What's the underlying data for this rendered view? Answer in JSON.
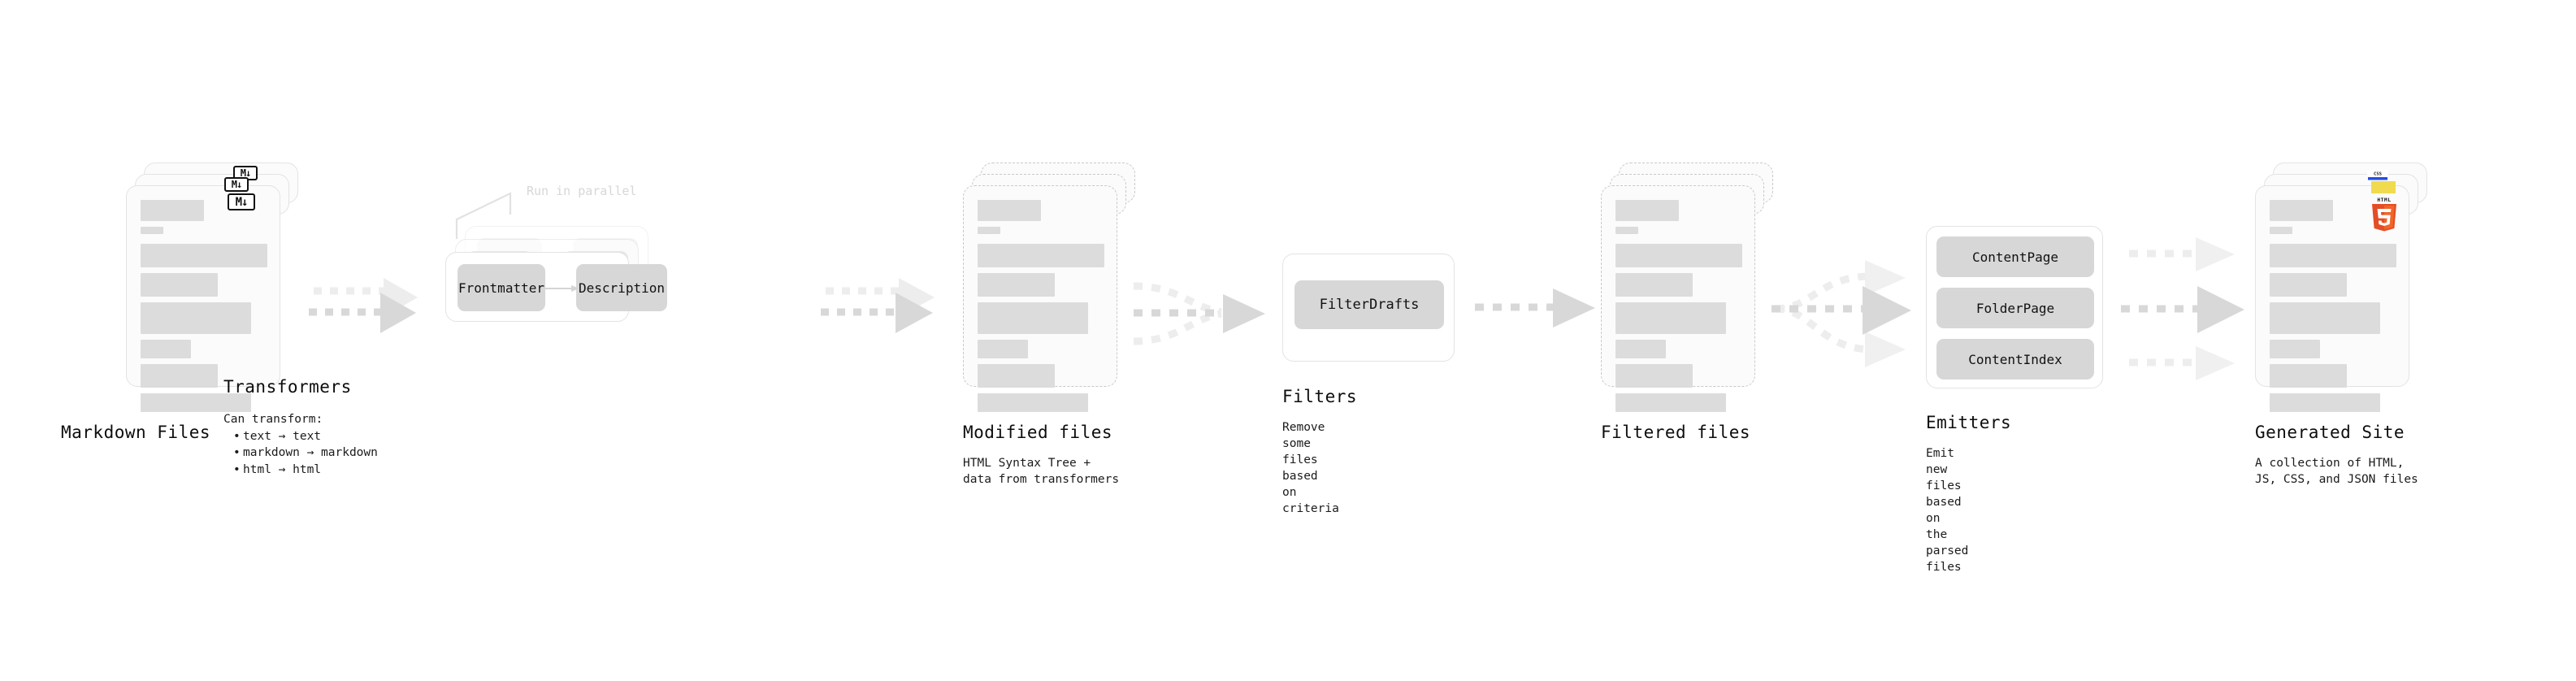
{
  "diagram": {
    "title": "Quartz build pipeline",
    "background": "#ffffff",
    "palette": {
      "ink": "#0f0f0f",
      "card_bg": "#fbfbfb",
      "card_border": "#e3e3e3",
      "skeleton": "#dcdcdc",
      "chip": "#d7d7d7",
      "arrow": "#d8d8d8",
      "arrow_soft": "#ededed",
      "html5_orange": "#e44d26",
      "js_yellow": "#f0db4f",
      "css_blue": "#264de4"
    }
  },
  "stages": [
    {
      "id": "markdown-files",
      "title": "Markdown Files",
      "description": "",
      "kind": "document-stack",
      "badge": "markdown-badge",
      "badge_text": "M↓"
    },
    {
      "id": "transformers",
      "title": "Transformers",
      "kind": "layered-box",
      "annotation": "Run in parallel",
      "bullets_lead": "Can transform:",
      "bullets": [
        "text → text",
        "markdown → markdown",
        "html → html"
      ],
      "chips": [
        "Frontmatter",
        "Description"
      ]
    },
    {
      "id": "modified-files",
      "title": "Modified files",
      "description": "HTML Syntax Tree +\ndata from transformers",
      "kind": "document-stack-dashed"
    },
    {
      "id": "filters",
      "title": "Filters",
      "description": "Remove some files based\non criteria",
      "kind": "box",
      "chips": [
        "FilterDrafts"
      ]
    },
    {
      "id": "filtered-files",
      "title": "Filtered files",
      "description": "",
      "kind": "document-stack-dashed"
    },
    {
      "id": "emitters",
      "title": "Emitters",
      "description": "Emit new files based on\nthe parsed files",
      "kind": "box",
      "chips": [
        "ContentPage",
        "FolderPage",
        "ContentIndex"
      ]
    },
    {
      "id": "generated-site",
      "title": "Generated Site",
      "description": "A collection of HTML,\nJS, CSS, and JSON files",
      "kind": "document-stack",
      "badges": [
        "html5-badge",
        "js-badge",
        "css3-badge"
      ],
      "badge_text": "HTML"
    }
  ],
  "connectors": [
    {
      "id": "conn-md-to-transformers",
      "style": "dashed-double",
      "from": "markdown-files",
      "to": "transformers"
    },
    {
      "id": "conn-transformers-to-modified",
      "style": "dashed-double",
      "from": "transformers",
      "to": "modified-files"
    },
    {
      "id": "conn-modified-to-filters",
      "style": "dashed-merge",
      "from": "modified-files",
      "to": "filters"
    },
    {
      "id": "conn-filters-to-filtered",
      "style": "dashed-single",
      "from": "filters",
      "to": "filtered-files"
    },
    {
      "id": "conn-filtered-to-emitters",
      "style": "dashed-fanout-3",
      "from": "filtered-files",
      "to": "emitters"
    },
    {
      "id": "conn-emitters-to-site",
      "style": "dashed-triple",
      "from": "emitters",
      "to": "generated-site"
    }
  ],
  "skeleton_rows": [
    {
      "w": 78,
      "h": 26
    },
    {
      "w": 28,
      "h": 9
    },
    {
      "w": 156,
      "h": 29
    },
    {
      "w": 95,
      "h": 29
    },
    {
      "w": 136,
      "h": 39
    },
    {
      "w": 62,
      "h": 23
    },
    {
      "w": 95,
      "h": 29
    },
    {
      "w": 136,
      "h": 23
    }
  ]
}
